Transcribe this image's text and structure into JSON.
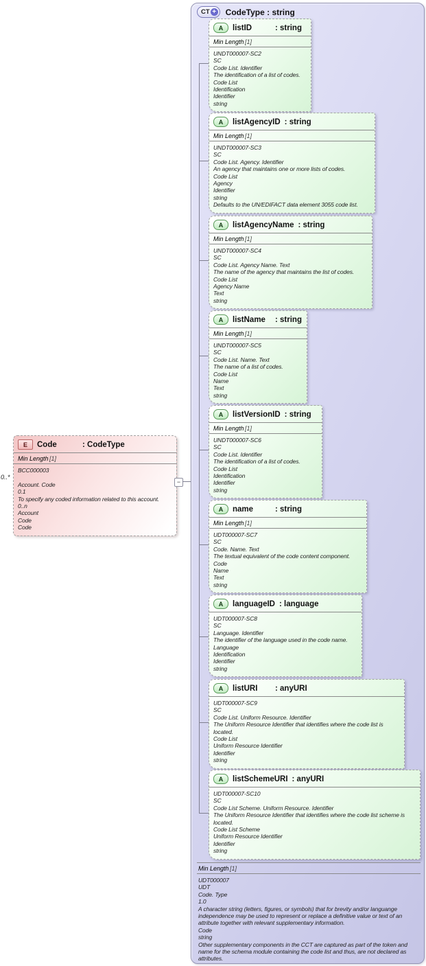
{
  "diagram": {
    "element_box": {
      "badge": "E",
      "name": "Code",
      "type_label": ": CodeType",
      "facet_name": "Min Length",
      "facet_value": "[1]",
      "annotation": "BCC000003\n\nAccount. Code\n0.1\nTo specify any coded information related to this account.\n0..n\nAccount\nCode\nCode",
      "cardinality": "0..*"
    },
    "toggle_minus": "−",
    "ct_box": {
      "badge": "CT",
      "badge_plus": "+",
      "title": "CodeType : string",
      "attributes": [
        {
          "badge": "A",
          "name": "listID",
          "type_label": ": string",
          "facet_name": "Min Length",
          "facet_value": "[1]",
          "annotation": "UNDT000007-SC2\nSC\nCode List. Identifier\nThe identification of a list of codes.\nCode List\nIdentification\nIdentifier\nstring"
        },
        {
          "badge": "A",
          "name": "listAgencyID",
          "type_label": ": string",
          "facet_name": "Min Length",
          "facet_value": "[1]",
          "annotation": "UNDT000007-SC3\nSC\nCode List. Agency. Identifier\nAn agency that maintains one or more lists of codes.\nCode List\nAgency\nIdentifier\nstring\nDefaults to the UN/EDIFACT data element 3055 code list."
        },
        {
          "badge": "A",
          "name": "listAgencyName",
          "type_label": ": string",
          "facet_name": "Min Length",
          "facet_value": "[1]",
          "annotation": "UNDT000007-SC4\nSC\nCode List. Agency Name. Text\nThe name of the agency that maintains the list of codes.\nCode List\nAgency Name\nText\nstring"
        },
        {
          "badge": "A",
          "name": "listName",
          "type_label": ": string",
          "facet_name": "Min Length",
          "facet_value": "[1]",
          "annotation": "UNDT000007-SC5\nSC\nCode List. Name. Text\nThe name of a list of codes.\nCode List\nName\nText\nstring"
        },
        {
          "badge": "A",
          "name": "listVersionID",
          "type_label": ": string",
          "facet_name": "Min Length",
          "facet_value": "[1]",
          "annotation": "UNDT000007-SC6\nSC\nCode List. Identifier\nThe identification of a list of codes.\nCode List\nIdentification\nIdentifier\nstring"
        },
        {
          "badge": "A",
          "name": "name",
          "type_label": ": string",
          "facet_name": "Min Length",
          "facet_value": "[1]",
          "annotation": "UDT000007-SC7\nSC\nCode. Name. Text\nThe textual equivalent of the code content component.\nCode\nName\nText\nstring"
        },
        {
          "badge": "A",
          "name": "languageID",
          "type_label": ": language",
          "annotation": "UDT000007-SC8\nSC\nLanguage. Identifier\nThe identifier of the language used in the code name.\nLanguage\nIdentification\nIdentifier\nstring"
        },
        {
          "badge": "A",
          "name": "listURI",
          "type_label": ": anyURI",
          "annotation": "UDT000007-SC9\nSC\nCode List. Uniform Resource. Identifier\nThe Uniform Resource Identifier that identifies where the code list is located.\nCode List\nUniform Resource Identifier\nIdentifier\nstring"
        },
        {
          "badge": "A",
          "name": "listSchemeURI",
          "type_label": ": anyURI",
          "annotation": "UDT000007-SC10\nSC\nCode List Scheme. Uniform Resource. Identifier\nThe Uniform Resource Identifier that identifies where the code list scheme is located.\nCode List Scheme\nUniform Resource Identifier\nIdentifier\nstring"
        }
      ],
      "facet_name": "Min Length",
      "facet_value": "[1]",
      "annotation": "UDT000007\nUDT\nCode. Type\n1.0\nA character string (letters, figures, or symbols) that for brevity and/or languange independence may be used to represent or replace a definitive value or text of an attribute together with relevant supplementary information.\nCode\nstring\nOther supplementary components in the CCT are captured as part of the token and name for the schema module containing the code list and thus, are not declared as attributes."
    }
  }
}
